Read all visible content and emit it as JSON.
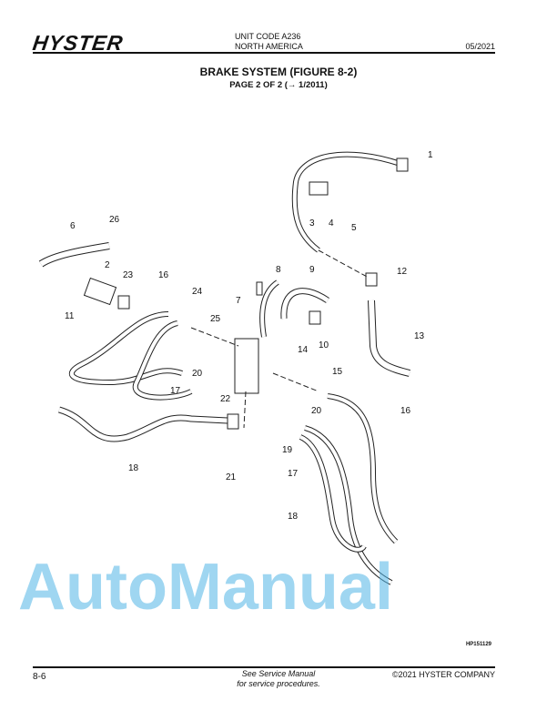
{
  "header": {
    "brand": "HYSTER",
    "unit_code": "UNIT CODE A236",
    "region": "NORTH AMERICA",
    "date": "05/2021"
  },
  "title": {
    "line1": "BRAKE SYSTEM (FIGURE 8-2)",
    "line2": "PAGE 2 OF 2  (→ 1/2011)"
  },
  "figure": {
    "id": "HP151129",
    "callouts": [
      "1",
      "3",
      "4",
      "5",
      "6",
      "26",
      "2",
      "23",
      "16",
      "8",
      "9",
      "12",
      "24",
      "7",
      "25",
      "11",
      "14",
      "10",
      "13",
      "20",
      "15",
      "17",
      "22",
      "16",
      "20",
      "19",
      "18",
      "21",
      "17",
      "18"
    ]
  },
  "watermark": "AutoManual",
  "footer": {
    "page": "8-6",
    "note1": "See Service Manual",
    "note2": "for service procedures.",
    "copyright": "©2021 HYSTER COMPANY"
  }
}
